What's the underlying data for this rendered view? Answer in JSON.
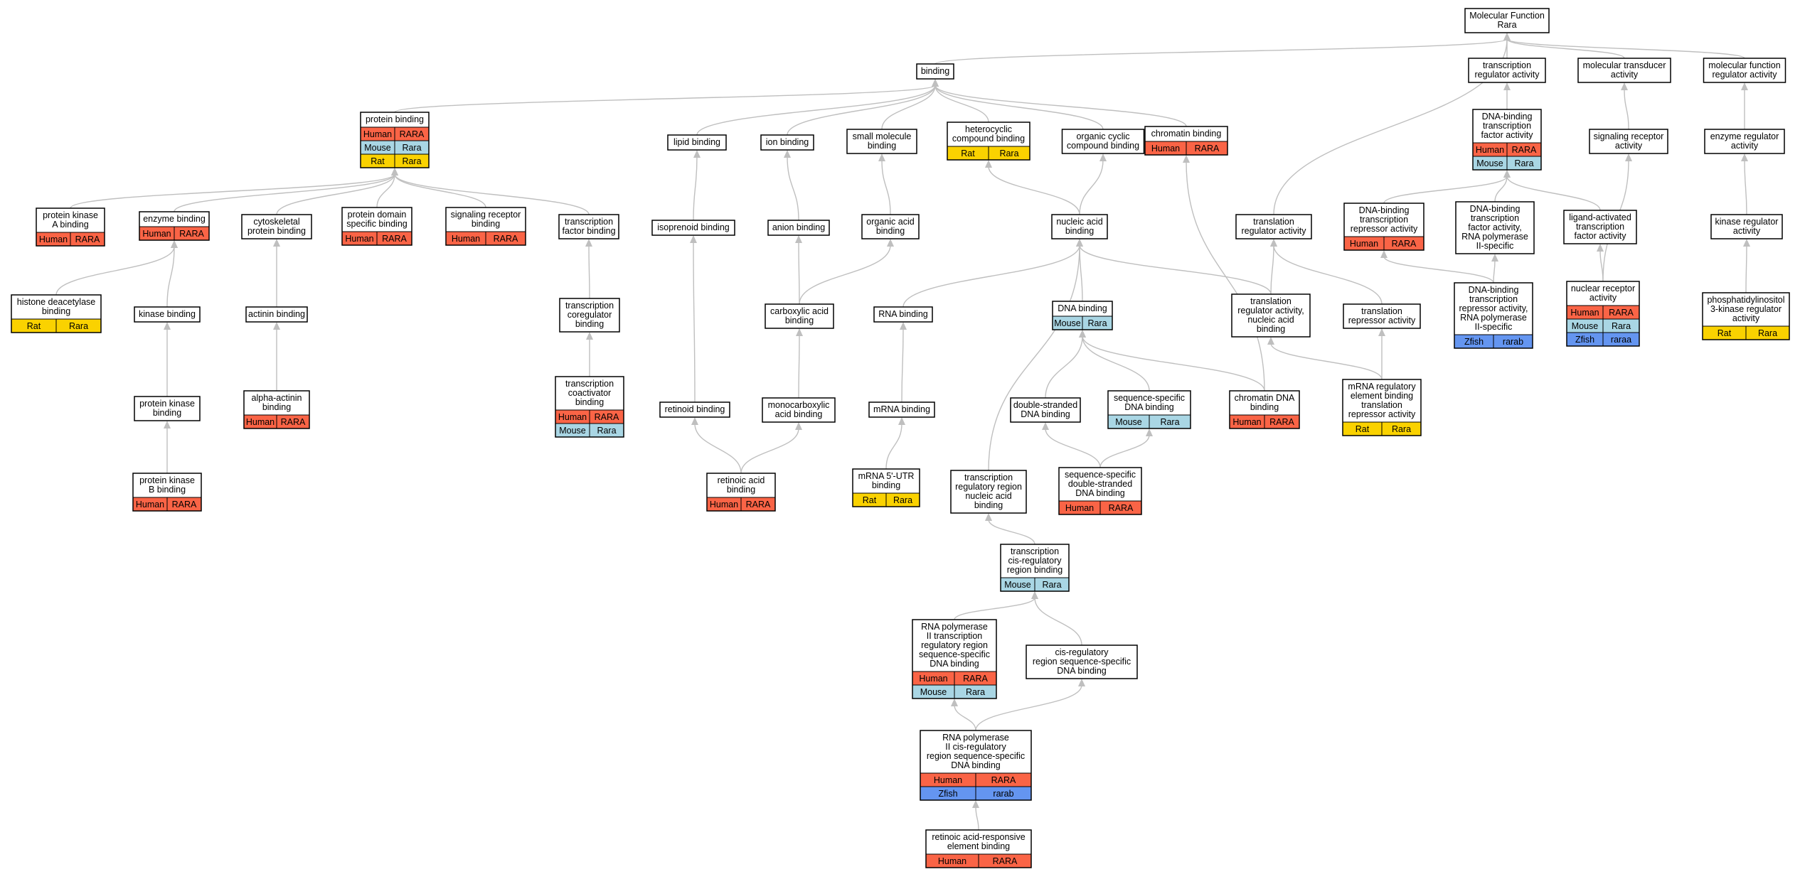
{
  "colors": {
    "Human": "#fa6446",
    "Mouse": "#a9d6e4",
    "Rat": "#fad200",
    "Zfish": "#6495f0",
    "edge": "#bfbfbf",
    "node_border": "#000000"
  },
  "nodes": [
    {
      "id": "mf",
      "lines": [
        "Molecular Function",
        "Rara"
      ],
      "tags": []
    },
    {
      "id": "binding",
      "lines": [
        "binding"
      ],
      "tags": []
    },
    {
      "id": "tra",
      "lines": [
        "transcription",
        "regulator activity"
      ],
      "tags": []
    },
    {
      "id": "mta",
      "lines": [
        "molecular transducer",
        "activity"
      ],
      "tags": []
    },
    {
      "id": "mfra",
      "lines": [
        "molecular function",
        "regulator activity"
      ],
      "tags": []
    },
    {
      "id": "pb",
      "lines": [
        "protein binding"
      ],
      "tags": [
        [
          "Human",
          "RARA"
        ],
        [
          "Mouse",
          "Rara"
        ],
        [
          "Rat",
          "Rara"
        ]
      ]
    },
    {
      "id": "lipid",
      "lines": [
        "lipid binding"
      ],
      "tags": []
    },
    {
      "id": "ion",
      "lines": [
        "ion binding"
      ],
      "tags": []
    },
    {
      "id": "smb",
      "lines": [
        "small molecule",
        "binding"
      ],
      "tags": []
    },
    {
      "id": "hcb",
      "lines": [
        "heterocyclic",
        "compound binding"
      ],
      "tags": [
        [
          "Rat",
          "Rara"
        ]
      ]
    },
    {
      "id": "occb",
      "lines": [
        "organic cyclic",
        "compound binding"
      ],
      "tags": []
    },
    {
      "id": "chrom",
      "lines": [
        "chromatin binding"
      ],
      "tags": [
        [
          "Human",
          "RARA"
        ]
      ]
    },
    {
      "id": "dbtfa",
      "lines": [
        "DNA-binding",
        "transcription",
        "factor activity"
      ],
      "tags": [
        [
          "Human",
          "RARA"
        ],
        [
          "Mouse",
          "Rara"
        ]
      ]
    },
    {
      "id": "sra",
      "lines": [
        "signaling receptor",
        "activity"
      ],
      "tags": []
    },
    {
      "id": "era",
      "lines": [
        "enzyme regulator",
        "activity"
      ],
      "tags": []
    },
    {
      "id": "pkab",
      "lines": [
        "protein kinase",
        "A binding"
      ],
      "tags": [
        [
          "Human",
          "RARA"
        ]
      ]
    },
    {
      "id": "enz",
      "lines": [
        "enzyme binding"
      ],
      "tags": [
        [
          "Human",
          "RARA"
        ]
      ]
    },
    {
      "id": "cyto",
      "lines": [
        "cytoskeletal",
        "protein binding"
      ],
      "tags": []
    },
    {
      "id": "pdsb",
      "lines": [
        "protein domain",
        "specific binding"
      ],
      "tags": [
        [
          "Human",
          "RARA"
        ]
      ]
    },
    {
      "id": "srb",
      "lines": [
        "signaling receptor",
        "binding"
      ],
      "tags": [
        [
          "Human",
          "RARA"
        ]
      ]
    },
    {
      "id": "tfb",
      "lines": [
        "transcription",
        "factor binding"
      ],
      "tags": []
    },
    {
      "id": "iso",
      "lines": [
        "isoprenoid binding"
      ],
      "tags": []
    },
    {
      "id": "anion",
      "lines": [
        "anion binding"
      ],
      "tags": []
    },
    {
      "id": "oab",
      "lines": [
        "organic acid",
        "binding"
      ],
      "tags": []
    },
    {
      "id": "nab",
      "lines": [
        "nucleic acid",
        "binding"
      ],
      "tags": []
    },
    {
      "id": "trla",
      "lines": [
        "translation",
        "regulator activity"
      ],
      "tags": []
    },
    {
      "id": "dbtra",
      "lines": [
        "DNA-binding",
        "transcription",
        "repressor activity"
      ],
      "tags": [
        [
          "Human",
          "RARA"
        ]
      ]
    },
    {
      "id": "dbtfa2",
      "lines": [
        "DNA-binding",
        "transcription",
        "factor activity,",
        "RNA polymerase",
        "II-specific"
      ],
      "tags": []
    },
    {
      "id": "latfa",
      "lines": [
        "ligand-activated",
        "transcription",
        "factor activity"
      ],
      "tags": []
    },
    {
      "id": "kra",
      "lines": [
        "kinase regulator",
        "activity"
      ],
      "tags": []
    },
    {
      "id": "hdb",
      "lines": [
        "histone deacetylase",
        "binding"
      ],
      "tags": [
        [
          "Rat",
          "Rara"
        ]
      ]
    },
    {
      "id": "kinb",
      "lines": [
        "kinase binding"
      ],
      "tags": []
    },
    {
      "id": "actb",
      "lines": [
        "actinin binding"
      ],
      "tags": []
    },
    {
      "id": "tcb",
      "lines": [
        "transcription",
        "coregulator",
        "binding"
      ],
      "tags": []
    },
    {
      "id": "cab",
      "lines": [
        "carboxylic acid",
        "binding"
      ],
      "tags": []
    },
    {
      "id": "rnab",
      "lines": [
        "RNA binding"
      ],
      "tags": []
    },
    {
      "id": "dnab",
      "lines": [
        "DNA binding"
      ],
      "tags": [
        [
          "Mouse",
          "Rara"
        ]
      ]
    },
    {
      "id": "trlna",
      "lines": [
        "translation",
        "regulator activity,",
        "nucleic acid",
        "binding"
      ],
      "tags": []
    },
    {
      "id": "trra",
      "lines": [
        "translation",
        "repressor activity"
      ],
      "tags": []
    },
    {
      "id": "dbtra2",
      "lines": [
        "DNA-binding",
        "transcription",
        "repressor activity,",
        "RNA polymerase",
        "II-specific"
      ],
      "tags": [
        [
          "Zfish",
          "rarab"
        ]
      ]
    },
    {
      "id": "nra",
      "lines": [
        "nuclear receptor",
        "activity"
      ],
      "tags": [
        [
          "Human",
          "RARA"
        ],
        [
          "Mouse",
          "Rara"
        ],
        [
          "Zfish",
          "raraa"
        ]
      ]
    },
    {
      "id": "pi3k",
      "lines": [
        "phosphatidylinositol",
        "3-kinase regulator",
        "activity"
      ],
      "tags": [
        [
          "Rat",
          "Rara"
        ]
      ]
    },
    {
      "id": "pkb",
      "lines": [
        "protein kinase",
        "binding"
      ],
      "tags": []
    },
    {
      "id": "aab",
      "lines": [
        "alpha-actinin",
        "binding"
      ],
      "tags": [
        [
          "Human",
          "RARA"
        ]
      ]
    },
    {
      "id": "tcoa",
      "lines": [
        "transcription",
        "coactivator",
        "binding"
      ],
      "tags": [
        [
          "Human",
          "RARA"
        ],
        [
          "Mouse",
          "Rara"
        ]
      ]
    },
    {
      "id": "retb",
      "lines": [
        "retinoid binding"
      ],
      "tags": []
    },
    {
      "id": "mcab",
      "lines": [
        "monocarboxylic",
        "acid binding"
      ],
      "tags": []
    },
    {
      "id": "mrnab",
      "lines": [
        "mRNA binding"
      ],
      "tags": []
    },
    {
      "id": "dsdna",
      "lines": [
        "double-stranded",
        "DNA binding"
      ],
      "tags": []
    },
    {
      "id": "ssdna",
      "lines": [
        "sequence-specific",
        "DNA binding"
      ],
      "tags": [
        [
          "Mouse",
          "Rara"
        ]
      ]
    },
    {
      "id": "cdna",
      "lines": [
        "chromatin DNA",
        "binding"
      ],
      "tags": [
        [
          "Human",
          "RARA"
        ]
      ]
    },
    {
      "id": "mrre",
      "lines": [
        "mRNA regulatory",
        "element binding",
        "translation",
        "repressor activity"
      ],
      "tags": [
        [
          "Rat",
          "Rara"
        ]
      ]
    },
    {
      "id": "pkbb",
      "lines": [
        "protein kinase",
        "B binding"
      ],
      "tags": [
        [
          "Human",
          "RARA"
        ]
      ]
    },
    {
      "id": "rab",
      "lines": [
        "retinoic acid",
        "binding"
      ],
      "tags": [
        [
          "Human",
          "RARA"
        ]
      ]
    },
    {
      "id": "utr",
      "lines": [
        "mRNA 5'-UTR",
        "binding"
      ],
      "tags": [
        [
          "Rat",
          "Rara"
        ]
      ]
    },
    {
      "id": "trrna",
      "lines": [
        "transcription",
        "regulatory region",
        "nucleic acid",
        "binding"
      ],
      "tags": []
    },
    {
      "id": "ssds",
      "lines": [
        "sequence-specific",
        "double-stranded",
        "DNA binding"
      ],
      "tags": [
        [
          "Human",
          "RARA"
        ]
      ]
    },
    {
      "id": "tcrr",
      "lines": [
        "transcription",
        "cis-regulatory",
        "region binding"
      ],
      "tags": [
        [
          "Mouse",
          "Rara"
        ]
      ]
    },
    {
      "id": "rnap2",
      "lines": [
        "RNA polymerase",
        "II transcription",
        "regulatory region",
        "sequence-specific",
        "DNA binding"
      ],
      "tags": [
        [
          "Human",
          "RARA"
        ],
        [
          "Mouse",
          "Rara"
        ]
      ]
    },
    {
      "id": "cisr",
      "lines": [
        "cis-regulatory",
        "region sequence-specific",
        "DNA binding"
      ],
      "tags": []
    },
    {
      "id": "rnap2cis",
      "lines": [
        "RNA polymerase",
        "II cis-regulatory",
        "region sequence-specific",
        "DNA binding"
      ],
      "tags": [
        [
          "Human",
          "RARA"
        ],
        [
          "Zfish",
          "rarab"
        ]
      ]
    },
    {
      "id": "rare",
      "lines": [
        "retinoic acid-responsive",
        "element binding"
      ],
      "tags": [
        [
          "Human",
          "RARA"
        ]
      ]
    }
  ]
}
